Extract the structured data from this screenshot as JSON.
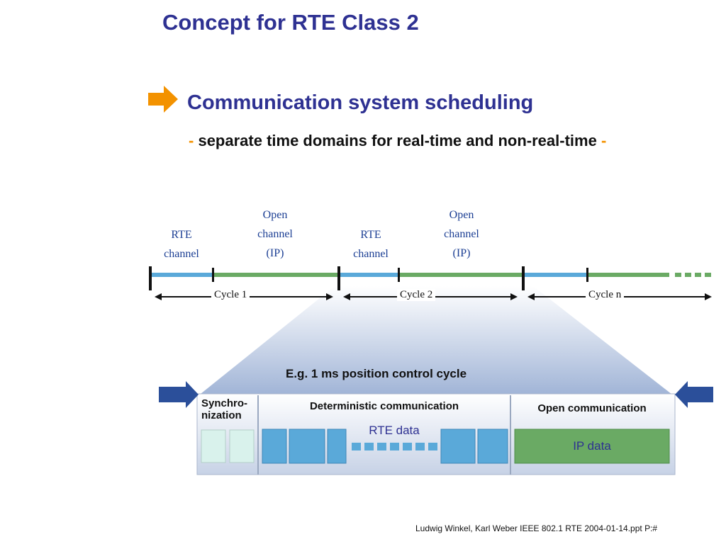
{
  "slide": {
    "title": "Concept for RTE Class 2",
    "heading": "Communication system scheduling",
    "subheading_prefix": "-",
    "subheading": "separate time domains for real-time and non-real-time",
    "subheading_suffix": "-",
    "footer": "Ludwig Winkel, Karl Weber  IEEE 802.1  RTE 2004-01-14.ppt  P:#"
  },
  "timeline": {
    "rte_channel_1": [
      "RTE",
      "channel"
    ],
    "open_channel_1": [
      "Open",
      "channel",
      "(IP)"
    ],
    "rte_channel_2": [
      "RTE",
      "channel"
    ],
    "open_channel_2": [
      "Open",
      "channel",
      "(IP)"
    ],
    "cycles": [
      "Cycle 1",
      "Cycle 2",
      "Cycle n"
    ]
  },
  "detail": {
    "caption": "E.g. 1 ms position control cycle",
    "sync_label": "Synchro-\nnization",
    "deterministic_label": "Deterministic communication",
    "rte_data_label": "RTE data",
    "open_label": "Open communication",
    "ip_data_label": "IP data"
  },
  "colors": {
    "title": "#2e3192",
    "accent_orange": "#f39200",
    "rte_blue": "#5aa9d9",
    "ip_green": "#6aaa64",
    "sync_fill": "#d9f2ec",
    "arrow_blue": "#2b4f9a"
  }
}
